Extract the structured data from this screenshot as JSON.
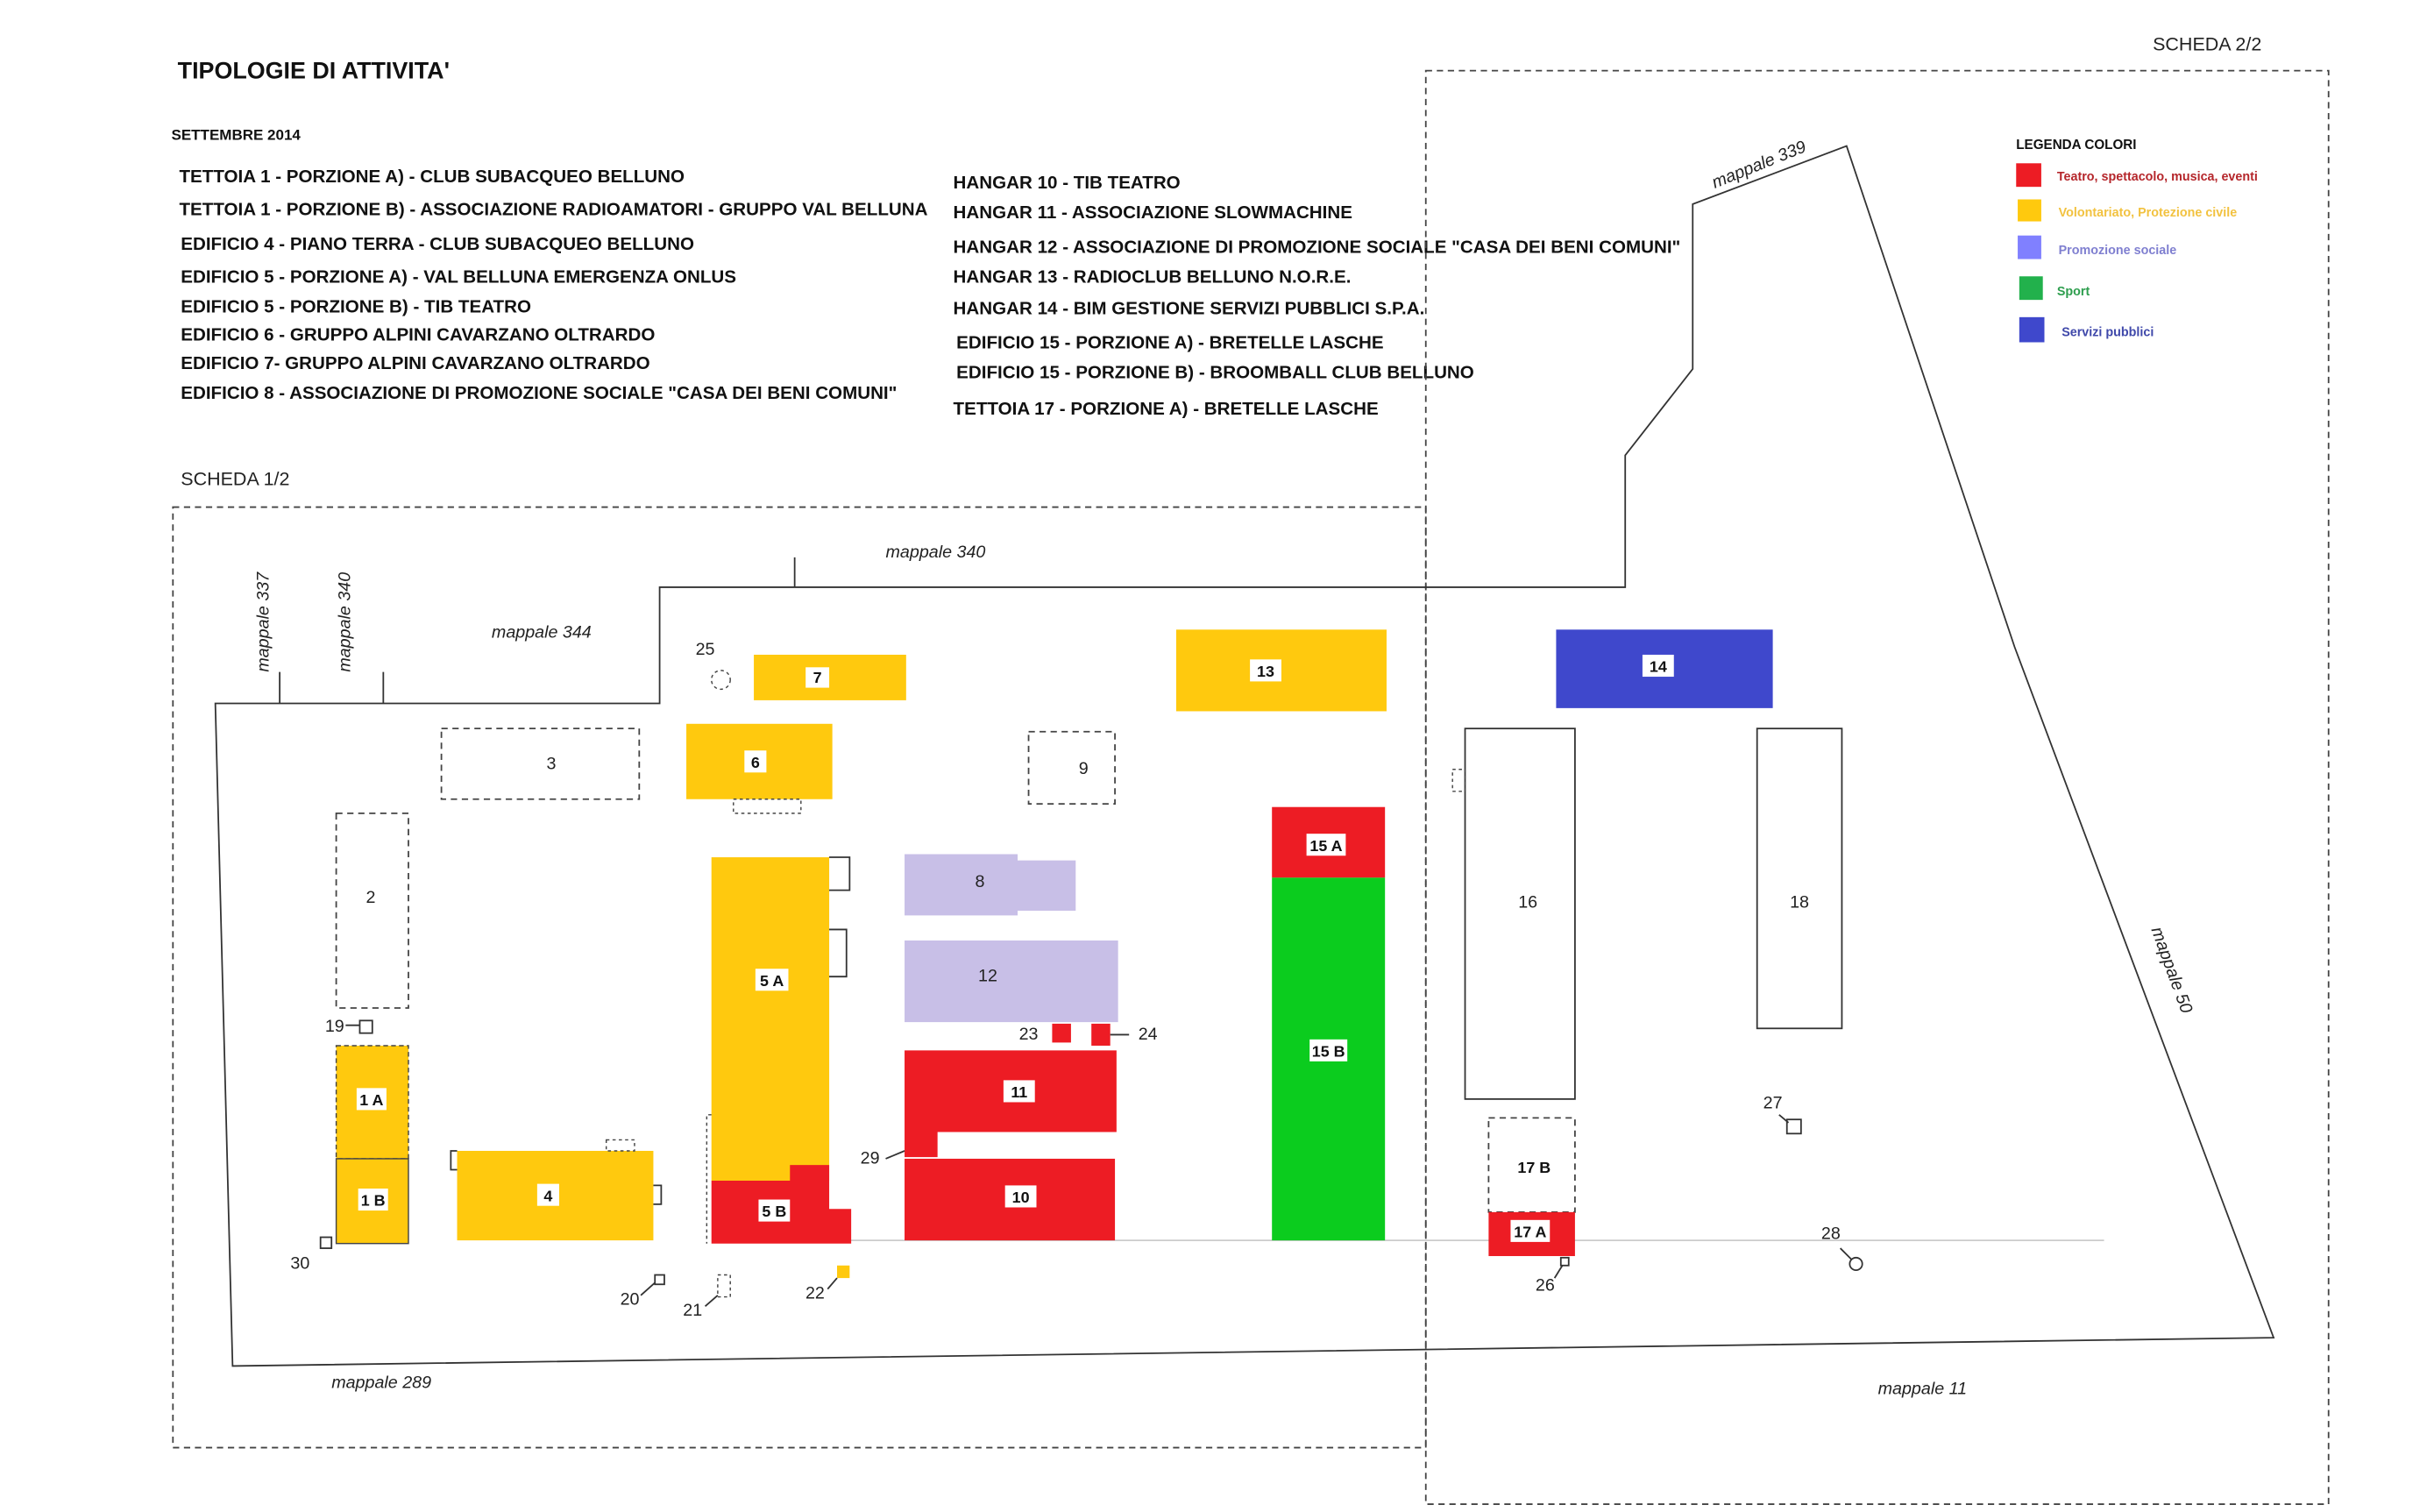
{
  "header": {
    "title": "TIPOLOGIE DI ATTIVITA'",
    "date": "SETTEMBRE 2014",
    "scheda_1": "SCHEDA 1/2",
    "scheda_2": "SCHEDA 2/2"
  },
  "list_left": [
    "TETTOIA 1 - PORZIONE  A)  - CLUB SUBACQUEO BELLUNO",
    "TETTOIA 1 - PORZIONE  B)  - ASSOCIAZIONE RADIOAMATORI - GRUPPO VAL BELLUNA",
    "EDIFICIO 4 - PIANO TERRA - CLUB SUBACQUEO BELLUNO",
    "EDIFICIO 5 - PORZIONE   A)  - VAL BELLUNA EMERGENZA ONLUS",
    "EDIFICIO 5 - PORZIONE  B) - TIB TEATRO",
    "EDIFICIO 6 - GRUPPO ALPINI CAVARZANO OLTRARDO",
    "EDIFICIO 7- GRUPPO ALPINI CAVARZANO OLTRARDO",
    "EDIFICIO 8 - ASSOCIAZIONE DI PROMOZIONE SOCIALE \"CASA DEI  BENI COMUNI\""
  ],
  "list_right": [
    "HANGAR 10 - TIB TEATRO",
    "HANGAR 11 - ASSOCIAZIONE SLOWMACHINE",
    "HANGAR 12 - ASSOCIAZIONE DI PROMOZIONE SOCIALE \"CASA DEI BENI COMUNI\"",
    "HANGAR 13 - RADIOCLUB BELLUNO N.O.R.E.",
    "HANGAR 14 - BIM GESTIONE SERVIZI PUBBLICI S.P.A.",
    "EDIFICIO 15 - PORZIONE A) - BRETELLE LASCHE",
    "EDIFICIO 15 - PORZIONE  B) - BROOMBALL CLUB BELLUNO",
    "TETTOIA 17 - PORZIONE A) - BRETELLE LASCHE"
  ],
  "legend": {
    "title": "LEGENDA COLORI",
    "items": [
      {
        "label": "Teatro, spettacolo, musica, eventi",
        "color": "#ed1c24",
        "text_color": "#b5262b"
      },
      {
        "label": "Volontariato, Protezione civile",
        "color": "#ffc90e",
        "text_color": "#f2c240"
      },
      {
        "label": "Promozione sociale",
        "color": "#8080ff",
        "text_color": "#7f7fd0"
      },
      {
        "label": "Sport",
        "color": "#22b14c",
        "text_color": "#2e9e4e"
      },
      {
        "label": "Servizi pubblici",
        "color": "#3f48cc",
        "text_color": "#3f48aa"
      }
    ]
  },
  "colors": {
    "red": "#ed1c24",
    "yellow": "#ffc90e",
    "lavender": "#c8bfe7",
    "green": "#0bcc1e",
    "blue": "#3f48cc"
  },
  "mappali": {
    "m337": "mappale 337",
    "m340a": "mappale 340",
    "m344": "mappale 344",
    "m340b": "mappale 340",
    "m339": "mappale 339",
    "m50": "mappale 50",
    "m289": "mappale 289",
    "m11": "mappale 11"
  },
  "buildings": {
    "b1a": "1 A",
    "b1b": "1 B",
    "b2": "2",
    "b3": "3",
    "b4": "4",
    "b5a": "5 A",
    "b5b": "5 B",
    "b6": "6",
    "b7": "7",
    "b8": "8",
    "b9": "9",
    "b10": "10",
    "b11": "11",
    "b12": "12",
    "b13": "13",
    "b14": "14",
    "b15a": "15 A",
    "b15b": "15 B",
    "b16": "16",
    "b17a": "17 A",
    "b17b": "17 B",
    "b18": "18"
  },
  "markers": {
    "m19": "19",
    "m20": "20",
    "m21": "21",
    "m22": "22",
    "m23": "23",
    "m24": "24",
    "m25": "25",
    "m26": "26",
    "m27": "27",
    "m28": "28",
    "m29": "29",
    "m30": "30"
  }
}
